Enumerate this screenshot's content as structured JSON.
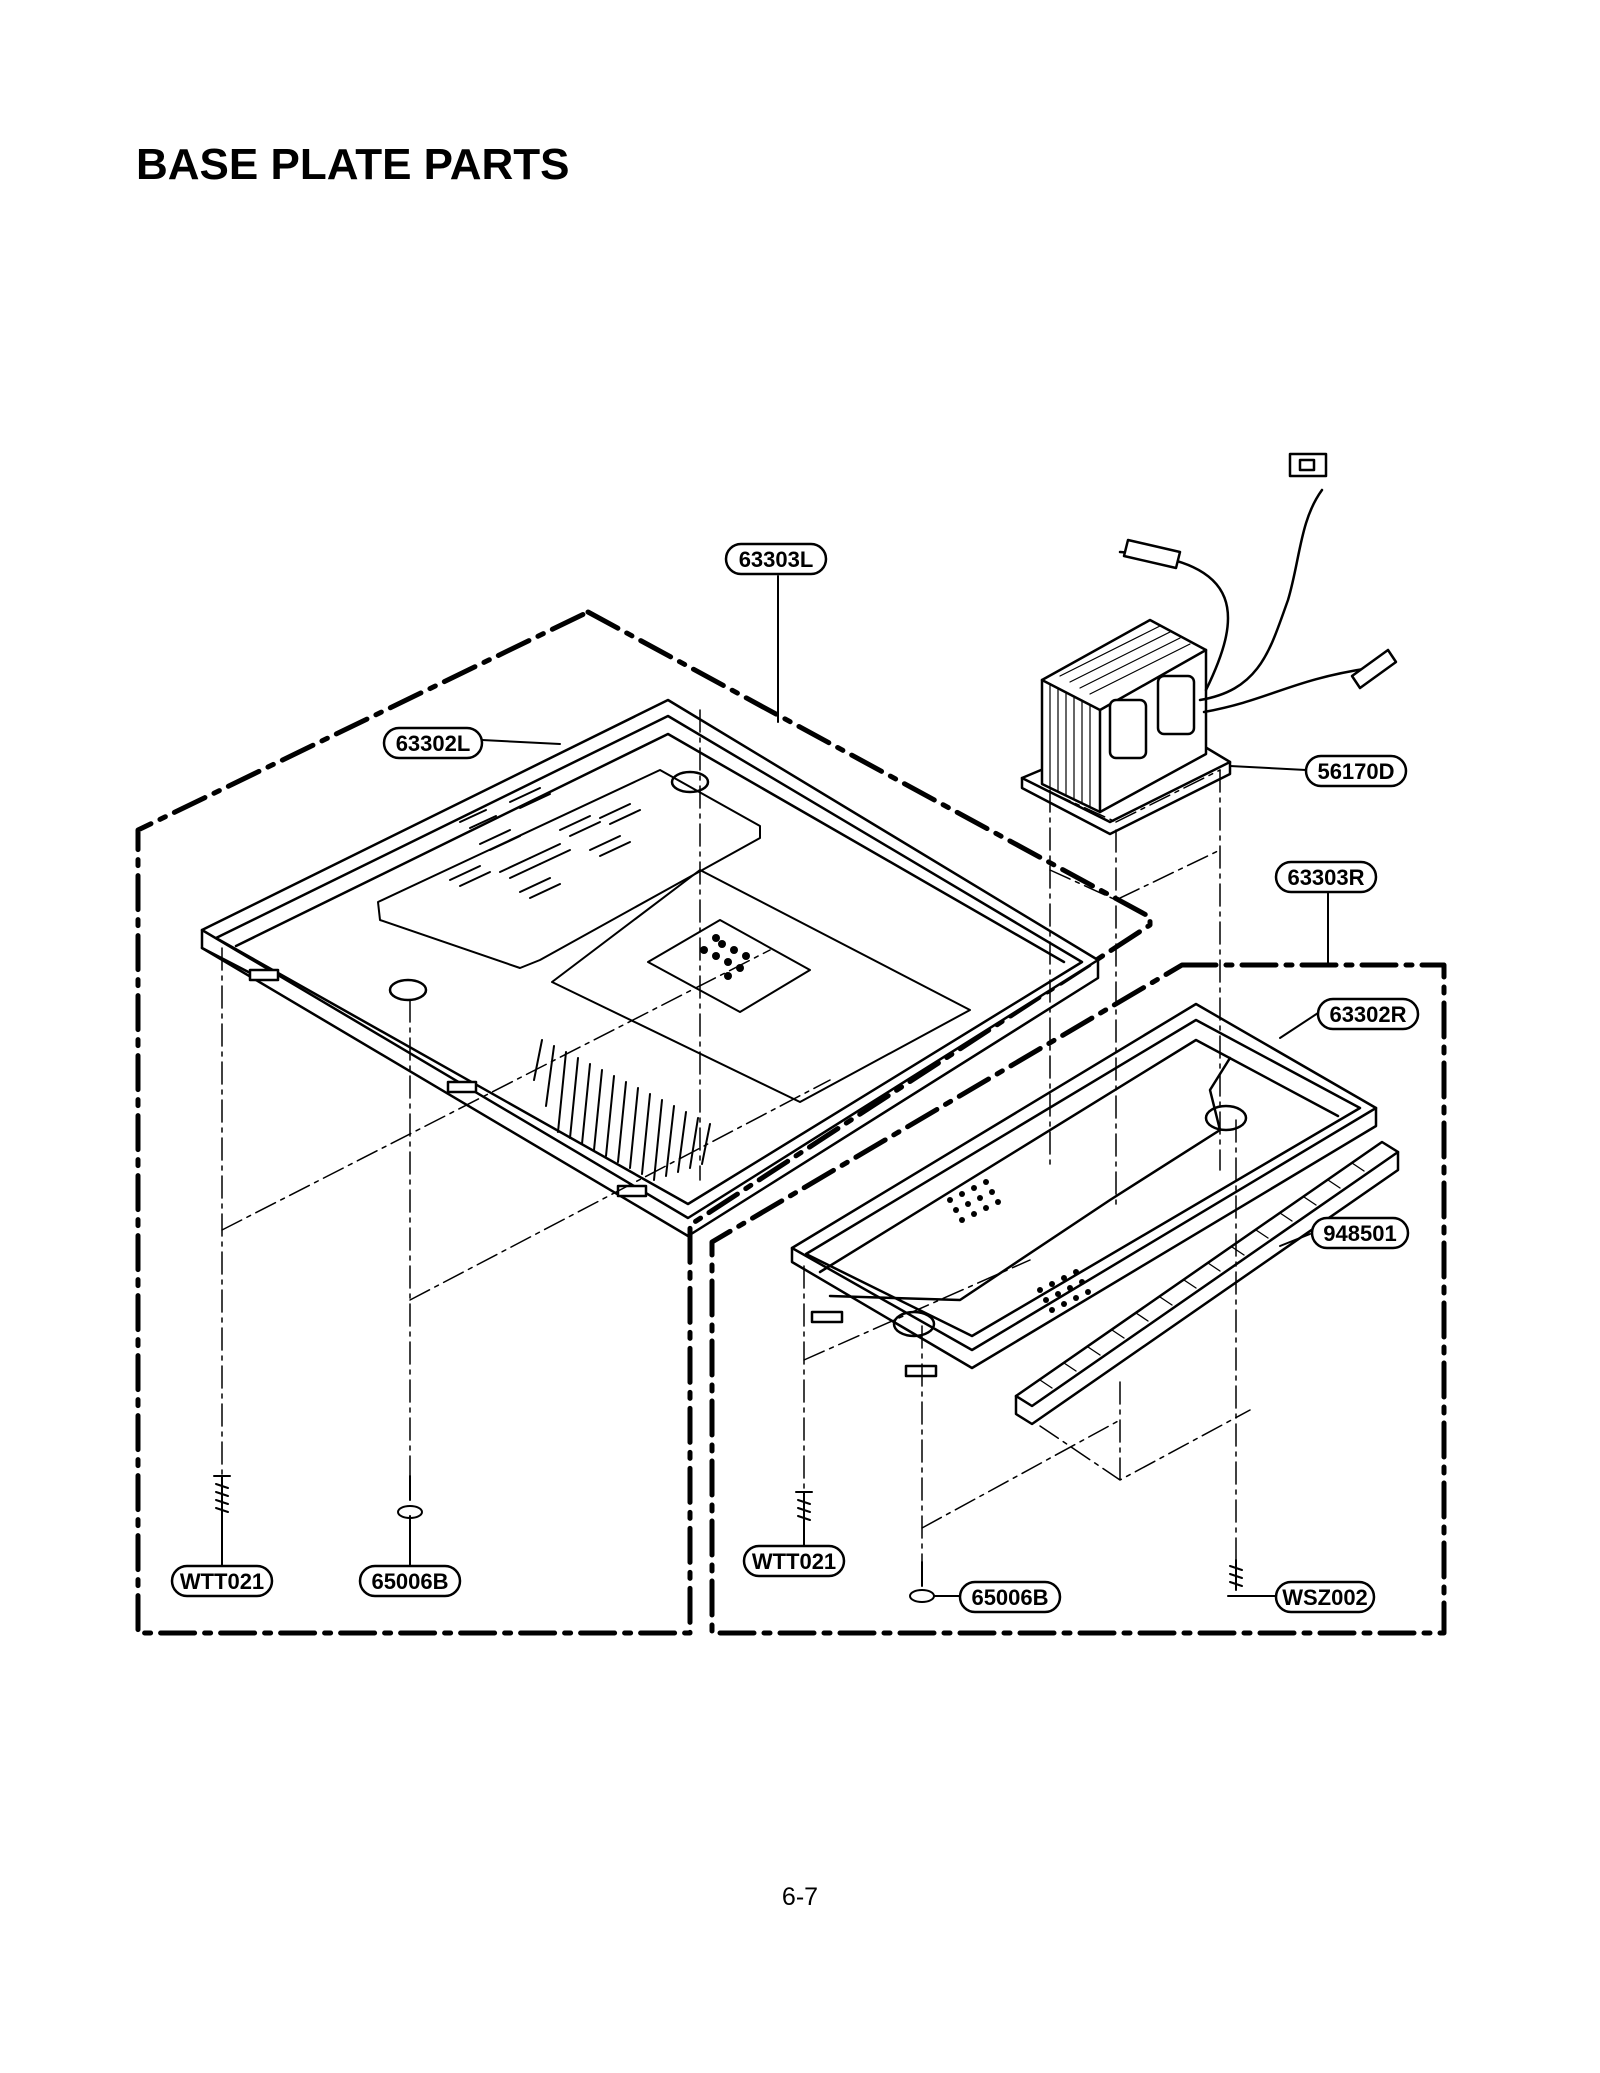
{
  "page": {
    "title": "BASE PLATE PARTS",
    "page_number": "6-7"
  },
  "parts": {
    "p63303L": "63303L",
    "p63302L": "63302L",
    "p56170D": "56170D",
    "p63303R": "63303R",
    "p63302R": "63302R",
    "p948501": "948501",
    "pWTT021_left": "WTT021",
    "p65006B_left": "65006B",
    "pWTT021_right": "WTT021",
    "p65006B_right": "65006B",
    "pWSZ002": "WSZ002"
  },
  "colors": {
    "ink": "#000000",
    "paper": "#ffffff"
  }
}
